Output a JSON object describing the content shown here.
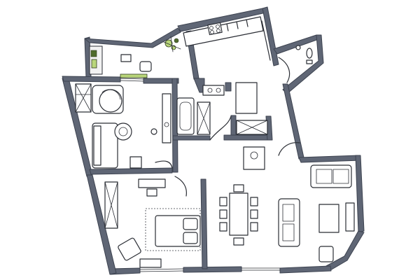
{
  "image": {
    "kind": "hand-drawn apartment floor plan sketch"
  },
  "colors": {
    "wall": "#5f6675",
    "ink": "#2b2e35",
    "plant_light": "#b9d67a",
    "plant_dark": "#4f6b2c",
    "background": "#ffffff"
  },
  "rooms": [
    {
      "name": "balcony",
      "icon": "plant-icon"
    },
    {
      "name": "kitchen",
      "icon": "stove-icon"
    },
    {
      "name": "bathroom",
      "icon": "bathtub-icon"
    },
    {
      "name": "wc",
      "icon": "toilet-icon"
    },
    {
      "name": "bedroom-top",
      "icon": "bed-icon"
    },
    {
      "name": "bedroom-bottom",
      "icon": "bed-icon"
    },
    {
      "name": "living-room",
      "icon": "sofa-icon"
    },
    {
      "name": "dining",
      "icon": "table-icon"
    }
  ]
}
